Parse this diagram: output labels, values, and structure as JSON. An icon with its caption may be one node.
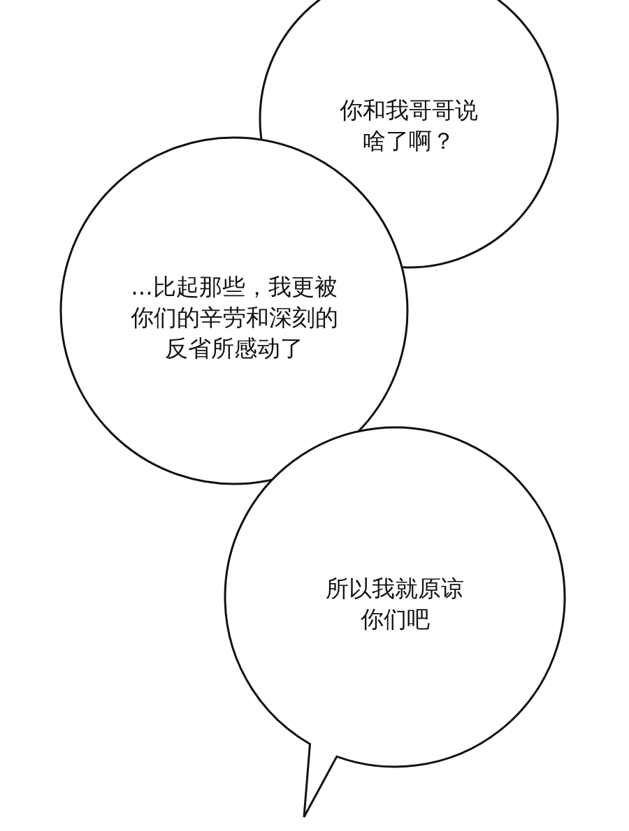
{
  "diagram": {
    "nodes": [
      {
        "text": [
          "你和我哥哥说啥了啊？"
        ]
      },
      {
        "text": [
          "...比起那些，我更被你们的辛劳和深刻的反省所感动了"
        ]
      },
      {
        "text": [
          "所以我就原谅你们吧"
        ]
      }
    ]
  }
}
